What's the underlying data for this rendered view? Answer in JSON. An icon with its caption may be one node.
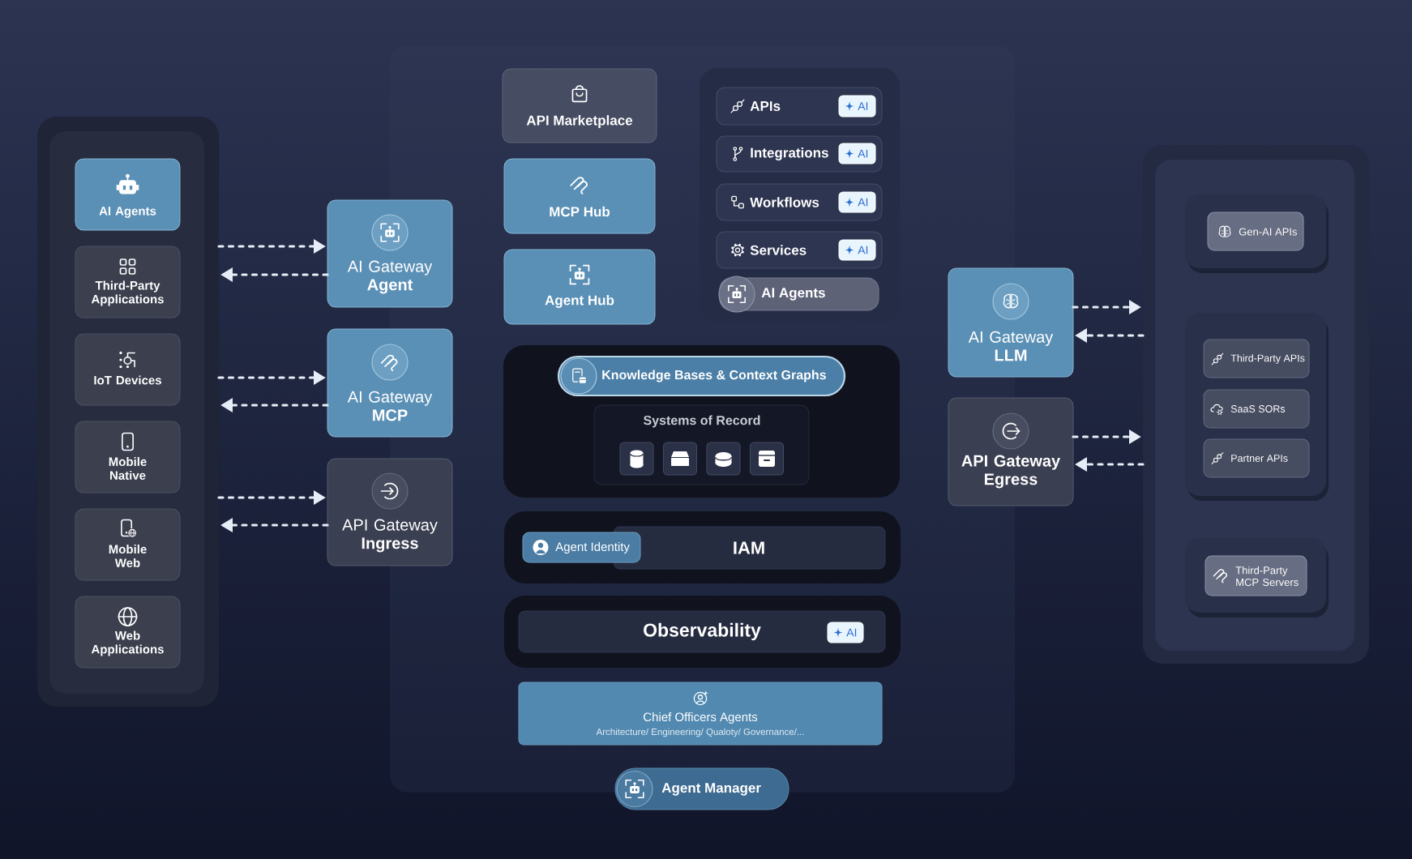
{
  "diagram": {
    "nodes": [
      {
        "text": [],
        "shape": "box"
      },
      {
        "text": [
          "AI Agents"
        ],
        "in": 0
      },
      {
        "text": [
          "Third-Party Applications"
        ],
        "in": 0
      },
      {
        "text": [
          "IoT Devices"
        ],
        "in": 0
      },
      {
        "text": [
          "Mobile Native"
        ],
        "in": 0
      },
      {
        "text": [
          "Mobile Web"
        ],
        "in": 0
      },
      {
        "text": [
          "Web Applications"
        ],
        "in": 0
      },
      {
        "text": [
          "AI Gateway **Agent**"
        ]
      },
      {
        "text": [
          "AI Gateway **MCP**"
        ]
      },
      {
        "text": [
          "API Gateway **Ingress**"
        ]
      },
      {
        "text": [
          "API Marketplace"
        ]
      },
      {
        "text": [
          "MCP Hub"
        ]
      },
      {
        "text": [
          "Agent Hub"
        ]
      },
      {
        "text": [
          "APIs"
        ]
      },
      {
        "text": [
          "AI"
        ],
        "in": 13
      },
      {
        "text": [
          "Integrations"
        ]
      },
      {
        "text": [
          "AI"
        ],
        "in": 15
      },
      {
        "text": [
          "Workflows"
        ]
      },
      {
        "text": [
          "AI"
        ],
        "in": 17
      },
      {
        "text": [
          "Services"
        ]
      },
      {
        "text": [
          "AI"
        ],
        "in": 19
      },
      {
        "text": [
          "AI Agents"
        ]
      },
      {
        "text": [
          "Knowledge Bases & Context Graphs"
        ]
      },
      {
        "text": [
          "Systems of Record"
        ]
      },
      {
        "text": [
          "Agent Identity"
        ]
      },
      {
        "text": [
          "IAM"
        ]
      },
      {
        "text": [
          "Observability"
        ]
      },
      {
        "text": [
          "AI"
        ],
        "in": 26
      },
      {
        "text": [
          "Chief Officers Agents",
          "Architecture/ Engineering/ Qualoty/ Governance/..."
        ]
      },
      {
        "text": [
          "Agent Manager"
        ]
      },
      {
        "text": [
          "AI Gateway **LLM**"
        ]
      },
      {
        "text": [
          "API Gateway Egress"
        ]
      },
      {
        "text": [],
        "shape": "box"
      },
      {
        "text": [
          "Gen-AI APIs"
        ],
        "in": 32
      },
      {
        "text": [
          "Third-Party APIs"
        ],
        "in": 32
      },
      {
        "text": [
          "SaaS SORs"
        ],
        "in": 32
      },
      {
        "text": [
          "Partner APIs"
        ],
        "in": 32
      },
      {
        "text": [
          "Third-Party MCP Servers"
        ],
        "in": 32
      }
    ],
    "edges": [
      {
        "from": 0,
        "to": 7,
        "arrow": "to",
        "style": "dashed"
      },
      {
        "from": 7,
        "to": 0,
        "arrow": "to",
        "style": "dashed"
      },
      {
        "from": 0,
        "to": 8,
        "arrow": "to",
        "style": "dashed"
      },
      {
        "from": 8,
        "to": 0,
        "arrow": "to",
        "style": "dashed"
      },
      {
        "from": 0,
        "to": 9,
        "arrow": "to",
        "style": "dashed"
      },
      {
        "from": 9,
        "to": 0,
        "arrow": "to",
        "style": "dashed"
      },
      {
        "from": 30,
        "to": 32,
        "arrow": "to",
        "style": "dashed"
      },
      {
        "from": 32,
        "to": 30,
        "arrow": "to",
        "style": "dashed"
      },
      {
        "from": 31,
        "to": 32,
        "arrow": "to",
        "style": "dashed"
      },
      {
        "from": 32,
        "to": 31,
        "arrow": "to",
        "style": "dashed"
      }
    ]
  }
}
